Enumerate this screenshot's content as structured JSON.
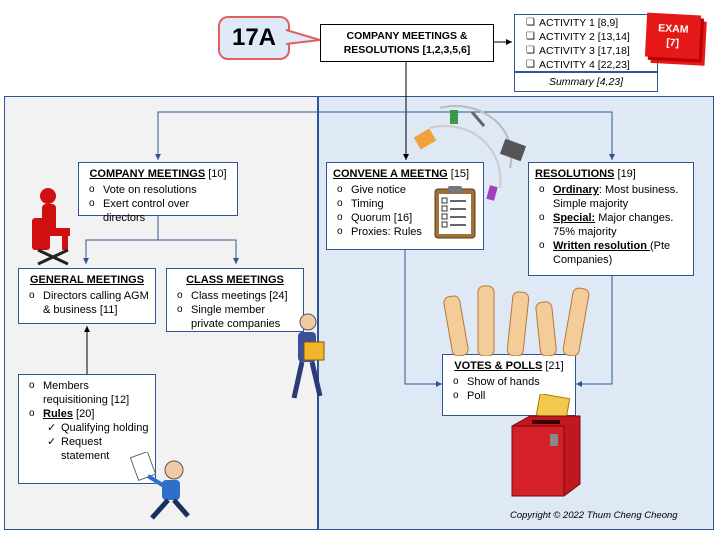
{
  "header": {
    "badge": "17A",
    "title_line1": "COMPANY MEETINGS &",
    "title_line2": "RESOLUTIONS [1,2,3,5,6]",
    "activities": [
      "ACTIVITY  1 [8,9]",
      "ACTIVITY  2 [13,14]",
      "ACTIVITY 3 [17,18]",
      "ACTIVITY 4 [22,23]"
    ],
    "summary": "Summary [4,23]",
    "exam_line1": "EXAM",
    "exam_line2": "[7]"
  },
  "company_meetings": {
    "title": "COMPANY MEETINGS",
    "ref": " [10]",
    "items": [
      "Vote on resolutions",
      "Exert control over directors"
    ]
  },
  "general_meetings": {
    "title": "GENERAL MEETINGS",
    "items": [
      "Directors calling AGM & business  [11]"
    ]
  },
  "class_meetings": {
    "title": "CLASS MEETINGS",
    "items": [
      "Class meetings [24]",
      "Single member private companies"
    ]
  },
  "members": {
    "item1": "Members requisitioning [12]",
    "rules_label": "Rules",
    "rules_ref": " [20]",
    "checks": [
      "Qualifying holding",
      "Request statement"
    ]
  },
  "convene": {
    "title": "CONVENE A MEETNG",
    "ref": " [15]",
    "items": [
      "Give notice",
      "Timing",
      "Quorum [16]",
      "Proxies: Rules"
    ]
  },
  "resolutions": {
    "title": "RESOLUTIONS",
    "ref": " [19]",
    "ordinary_label": "Ordinary",
    "ordinary_text": ": Most business. Simple majority",
    "special_label": "Special:",
    "special_text": " Major changes. 75% majority",
    "written_label": "Written resolution ",
    "written_text": "(Pte Companies)"
  },
  "votes": {
    "title": "VOTES & POLLS",
    "ref": " [21]",
    "items": [
      "Show of hands",
      "Poll"
    ]
  },
  "footer": {
    "copyright": "Copyright © 2022 Thum Cheng Cheong"
  },
  "colors": {
    "panel_border": "#2f5597",
    "left_panel": "#f2f2f2",
    "right_panel": "#dfe8f5",
    "exam": "#e61919",
    "ballot_box": "#c0181e"
  }
}
